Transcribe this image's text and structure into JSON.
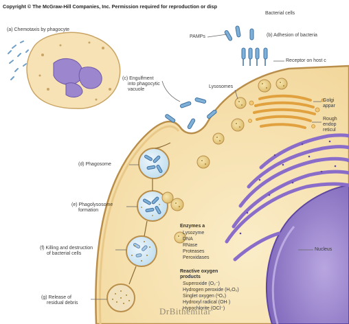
{
  "copyright": "Copyright © The McGraw-Hill Companies, Inc. Permission required for reproduction or disp",
  "labels": {
    "bacterial_cells": "Bacterial cells",
    "pamps": "PAMPs",
    "step_a": "(a) Chemotaxis by phagocyte",
    "step_b": "(b) Adhesion of bacteria",
    "receptor": "Receptor on host c",
    "step_c_line1": "(c) Engulfment",
    "step_c_line2": "into phagocytic",
    "step_c_line3": "vacuole",
    "lysosomes": "Lysosomes",
    "golgi_line1": "Golgi",
    "golgi_line2": "appar",
    "rough_line1": "Rough",
    "rough_line2": "endop",
    "rough_line3": "reticul",
    "step_d": "(d) Phagosome",
    "step_e_line1": "(e) Phagolysosome",
    "step_e_line2": "formation",
    "step_f_line1": "(f) Killing and destruction",
    "step_f_line2": "of bacterial cells",
    "step_g_line1": "(g) Release of",
    "step_g_line2": "residual debris",
    "nucleus": "Nucleus",
    "enzymes_title": "Enzymes a",
    "enzymes": [
      "Lysozyme",
      "DNA",
      "RNase",
      "Proteases",
      "Peroxidases"
    ],
    "ros_title_line1": "Reactive oxygen",
    "ros_title_line2": "products",
    "ros": [
      "Superoxide (O₂⁻)",
      "Hydrogen peroxide (H₂O₂)",
      "Singlet oxygen (¹O₂)",
      "Hydroxyl radical (OH·)"
    ],
    "ros_extra": "Hypochlorite (OCl⁻)"
  },
  "watermark": "DrBithemitar"
}
